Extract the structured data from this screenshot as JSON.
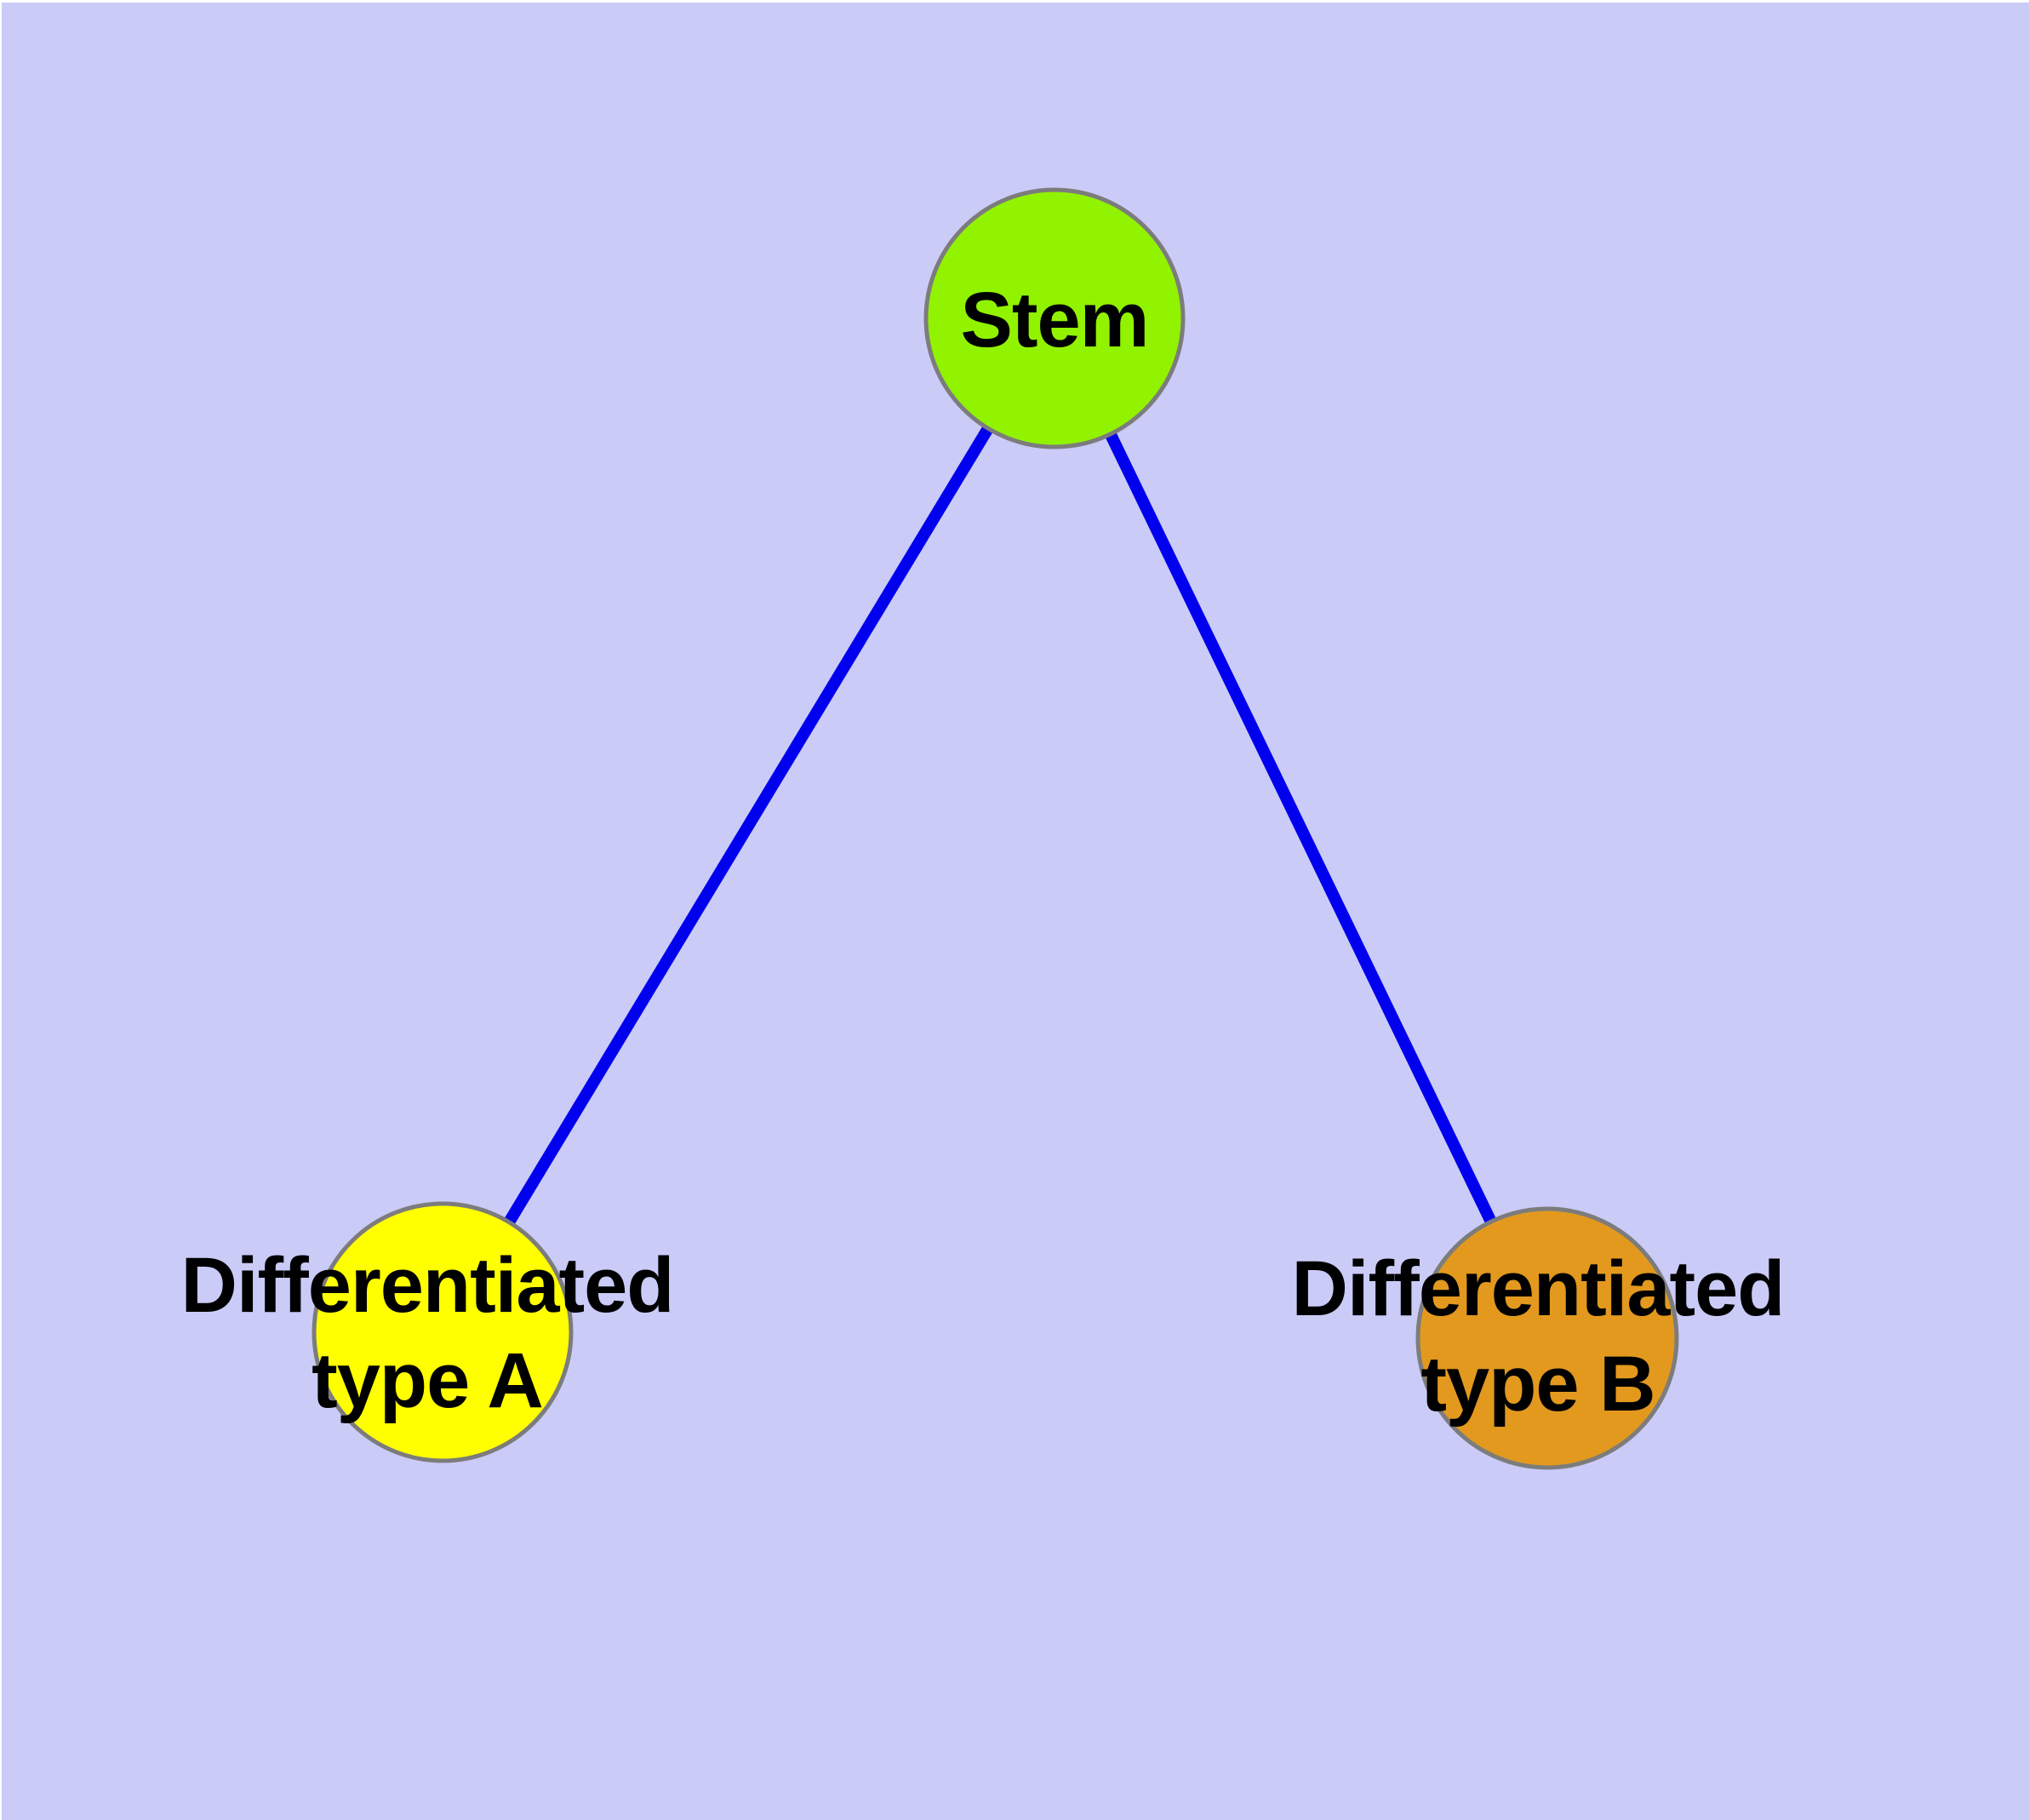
{
  "diagram": {
    "type": "node-link-graph",
    "colors": {
      "background": "#CBCBF8",
      "frame": "#FFFFFF",
      "edge": "#0000EE",
      "node_border": "#7C7C7C",
      "label_text": "#000000"
    },
    "nodes": {
      "stem": {
        "label": "Stem",
        "fill": "#91F300"
      },
      "type_a": {
        "label": "Differentiated type A",
        "lines": [
          "Differentiated",
          "type A"
        ],
        "fill": "#FFFF00"
      },
      "type_b": {
        "label": "Differentiated type B",
        "lines": [
          "Differentiated",
          "type B"
        ],
        "fill": "#E2991E"
      }
    },
    "edges": [
      {
        "from": "Stem",
        "to": "Differentiated type A"
      },
      {
        "from": "Stem",
        "to": "Differentiated type B"
      }
    ]
  }
}
